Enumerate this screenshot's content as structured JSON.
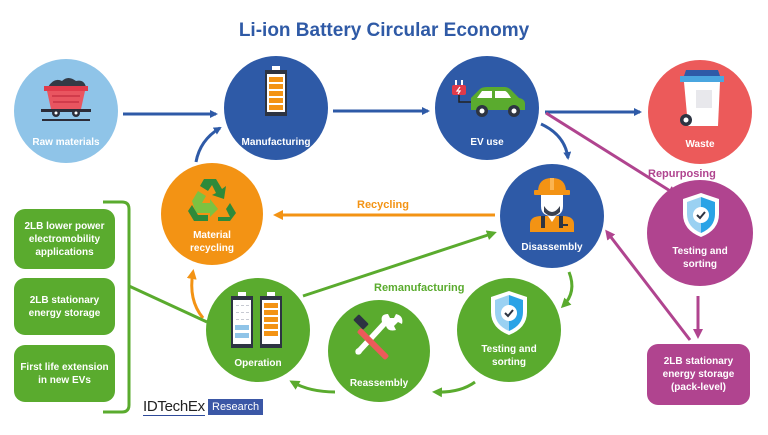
{
  "title": "Li-ion Battery Circular Economy",
  "nodes": {
    "raw_materials": {
      "label": "Raw materials",
      "icon": "mine-cart-icon"
    },
    "manufacturing": {
      "label": "Manufacturing",
      "icon": "battery-icon"
    },
    "ev_use": {
      "label": "EV use",
      "icon": "electric-car-icon"
    },
    "waste": {
      "label": "Waste",
      "icon": "trash-bin-icon"
    },
    "material_recycling": {
      "label_line1": "Material",
      "label_line2": "recycling",
      "icon": "recycle-icon"
    },
    "disassembly": {
      "label": "Disassembly",
      "icon": "worker-icon"
    },
    "testing_sorting_purple": {
      "label_line1": "Testing and",
      "label_line2": "sorting",
      "icon": "shield-check-icon"
    },
    "operation": {
      "label": "Operation",
      "icon": "battery-cells-icon"
    },
    "reassembly": {
      "label": "Reassembly",
      "icon": "hammer-wrench-icon"
    },
    "testing_sorting_green": {
      "label_line1": "Testing and",
      "label_line2": "sorting",
      "icon": "shield-check-icon"
    }
  },
  "edge_labels": {
    "recycling": "Recycling",
    "remanufacturing": "Remanufacturing",
    "repurposing": "Repurposing"
  },
  "applications": [
    {
      "line1": "2LB lower power",
      "line2": "electromobility",
      "line3": "applications"
    },
    {
      "line1": "2LB stationary",
      "line2": "energy storage"
    },
    {
      "line1": "First life extension",
      "line2": "in new EVs"
    }
  ],
  "pack_storage": {
    "line1": "2LB stationary",
    "line2": "energy storage",
    "line3": "(pack-level)"
  },
  "brand": {
    "name": "IDTechEx",
    "tag": "Research"
  },
  "colors": {
    "blue": "#2e5aa7",
    "light_blue": "#8fc4e8",
    "red": "#ec5a5a",
    "orange": "#f39314",
    "purple": "#b0448f",
    "green": "#5aab2e",
    "title": "#2f5aa6"
  }
}
